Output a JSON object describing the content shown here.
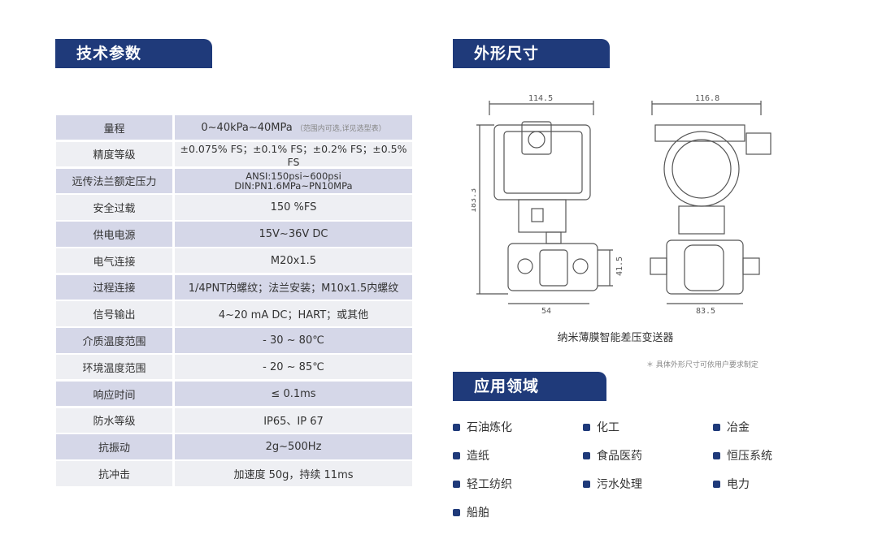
{
  "headers": {
    "tech": "技术参数",
    "dimensions": "外形尺寸",
    "applications": "应用领域"
  },
  "specs": [
    {
      "label": "量程",
      "value": "0~40kPa~40MPa",
      "note": "（范围内可选,详见选型表）"
    },
    {
      "label": "精度等级",
      "value": "±0.075% FS；±0.1% FS；±0.2% FS；±0.5% FS"
    },
    {
      "label": "远传法兰额定压力",
      "value": "ANSI:150psi~600psi",
      "value2": "DIN:PN1.6MPa~PN10MPa"
    },
    {
      "label": "安全过载",
      "value": "150 %FS"
    },
    {
      "label": "供电电源",
      "value": "15V~36V DC"
    },
    {
      "label": "电气连接",
      "value": "M20x1.5"
    },
    {
      "label": "过程连接",
      "value": "1/4PNT内螺纹；法兰安装；M10x1.5内螺纹"
    },
    {
      "label": "信号输出",
      "value": "4~20 mA DC；HART；或其他"
    },
    {
      "label": "介质温度范围",
      "value": "- 30 ~ 80℃"
    },
    {
      "label": "环境温度范围",
      "value": "- 20 ~ 85℃"
    },
    {
      "label": "响应时间",
      "value": "≤ 0.1ms"
    },
    {
      "label": "防水等级",
      "value": "IP65、IP 67"
    },
    {
      "label": "抗振动",
      "value": "2g~500Hz"
    },
    {
      "label": "抗冲击",
      "value": "加速度 50g，持续 11ms"
    }
  ],
  "drawing": {
    "dim_front_width": "114.5",
    "dim_height": "183.3",
    "dim_flange_height": "41.5",
    "dim_front_bottom": "54",
    "dim_side_width": "116.8",
    "dim_side_bottom": "83.5",
    "caption": "纳米薄膜智能差压变送器",
    "footnote": "＊  具体外形尺寸可依用户要求制定"
  },
  "applications": [
    "石油炼化",
    "化工",
    "冶金",
    "造纸",
    "食品医药",
    "恒压系统",
    "轻工纺织",
    "污水处理",
    "电力",
    "船舶"
  ],
  "colors": {
    "accent": "#1f3a7a",
    "row_shade": "#d5d7e8",
    "row_light": "#eeeff3"
  }
}
